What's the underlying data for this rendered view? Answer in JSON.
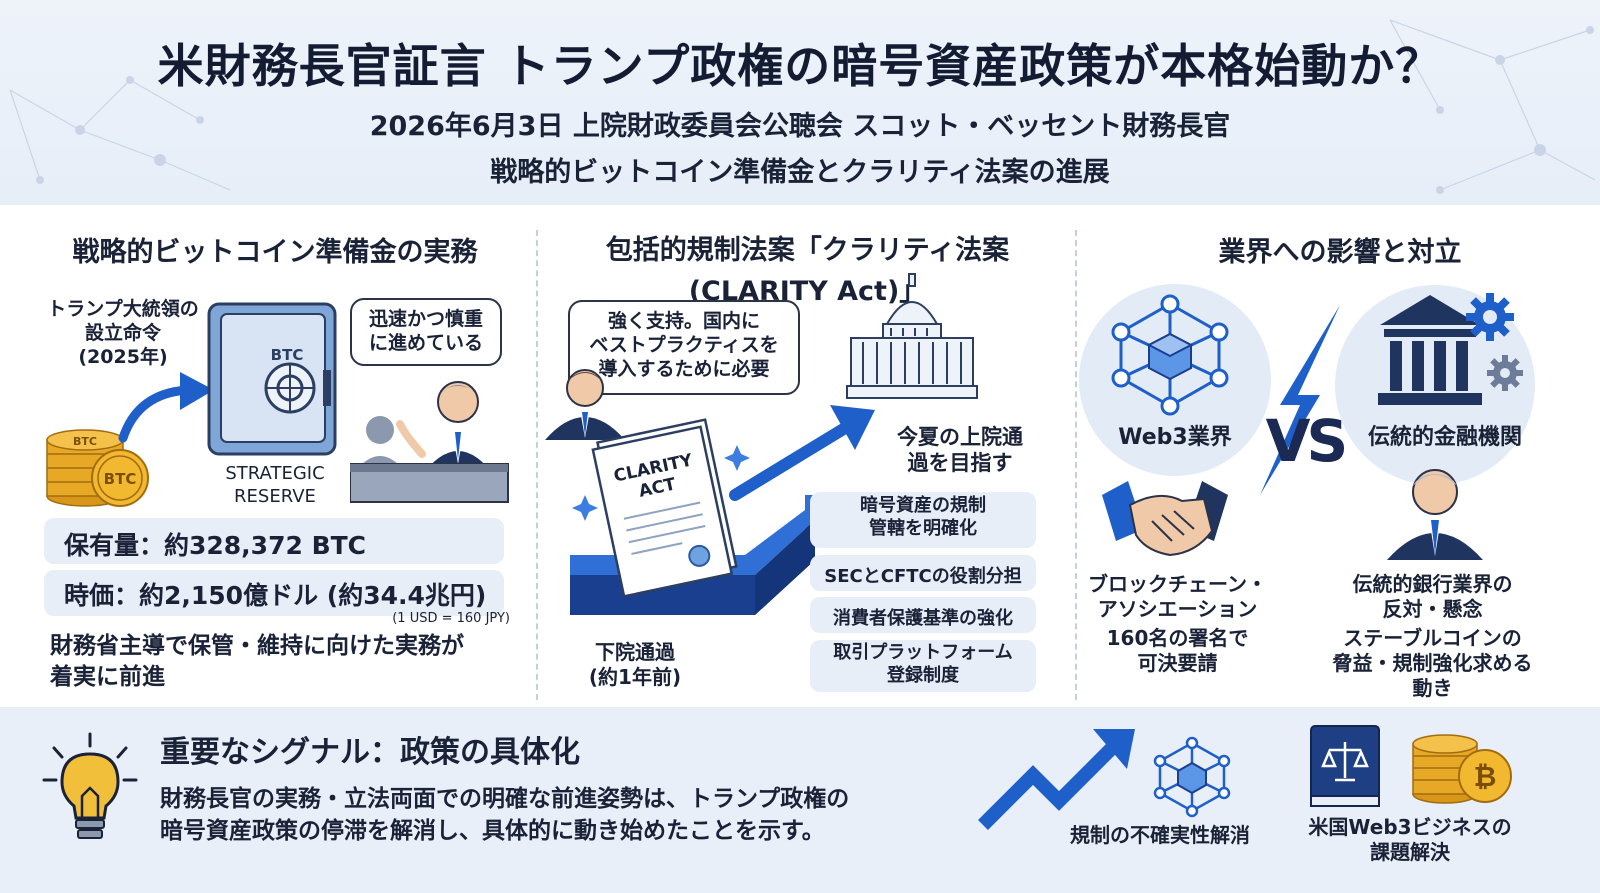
{
  "header": {
    "title": "米財務長官証言 トランプ政権の暗号資産政策が本格始動か？",
    "subtitle1": "2026年6月3日 上院財政委員会公聴会 スコット・ベッセント財務長官",
    "subtitle2": "戦略的ビットコイン準備金とクラリティ法案の進展"
  },
  "left": {
    "title": "戦略的ビットコイン準備金の実務",
    "order_label": [
      "トランプ大統領の",
      "設立命令",
      "(2025年)"
    ],
    "coin_text": "BTC",
    "vault_text": "BTC",
    "reserve_label": [
      "STRATEGIC",
      "RESERVE"
    ],
    "speech": [
      "迅速かつ慎重",
      "に進めている"
    ],
    "holdings": "保有量：約328,372 BTC",
    "value": "時価：約2,150億ドル (約34.4兆円)",
    "rate_note": "(1 USD = 160 JPY)",
    "summary": [
      "財務省主導で保管・維持に向けた実務が",
      "着実に前進"
    ]
  },
  "middle": {
    "title_line1": "包括的規制法案「クラリティ法案",
    "title_line2": "(CLARITY Act)」",
    "speech": [
      "強く支持。国内に",
      "ベストプラクティスを",
      "導入するために必要"
    ],
    "doc_text": [
      "CLARITY",
      "ACT"
    ],
    "house_label": [
      "下院通過",
      "(約1年前)"
    ],
    "senate_label": [
      "今夏の上院通",
      "過を目指す"
    ],
    "points": [
      [
        "暗号資産の規制",
        "管轄を明確化"
      ],
      [
        "SECとCFTCの役割分担"
      ],
      [
        "消費者保護基準の強化"
      ],
      [
        "取引プラットフォーム",
        "登録制度"
      ]
    ]
  },
  "right": {
    "title": "業界への影響と対立",
    "web3_label": "Web3業界",
    "vs_text": "VS",
    "tradfi_label": "伝統的金融機関",
    "web3_desc": [
      "ブロックチェーン・",
      "アソシエーション",
      "160名の署名で",
      "可決要請"
    ],
    "tradfi_desc": [
      "伝統的銀行業界の",
      "反対・懸念",
      "ステーブルコインの",
      "脅益・規制強化求める",
      "動き"
    ]
  },
  "bottom": {
    "title": "重要なシグナル：政策の具体化",
    "text": [
      "財務長官の実務・立法両面での明確な前進姿勢は、トランプ政権の",
      "暗号資産政策の停滞を解消し、具体的に動き始めたことを示す。"
    ],
    "item1": "規制の不確実性解消",
    "item2": [
      "米国Web3ビジネスの",
      "課題解決"
    ]
  },
  "colors": {
    "navy": "#1a2238",
    "accent_blue": "#1f5fc9",
    "gold": "#e0a526",
    "panel": "#e8eef7"
  }
}
